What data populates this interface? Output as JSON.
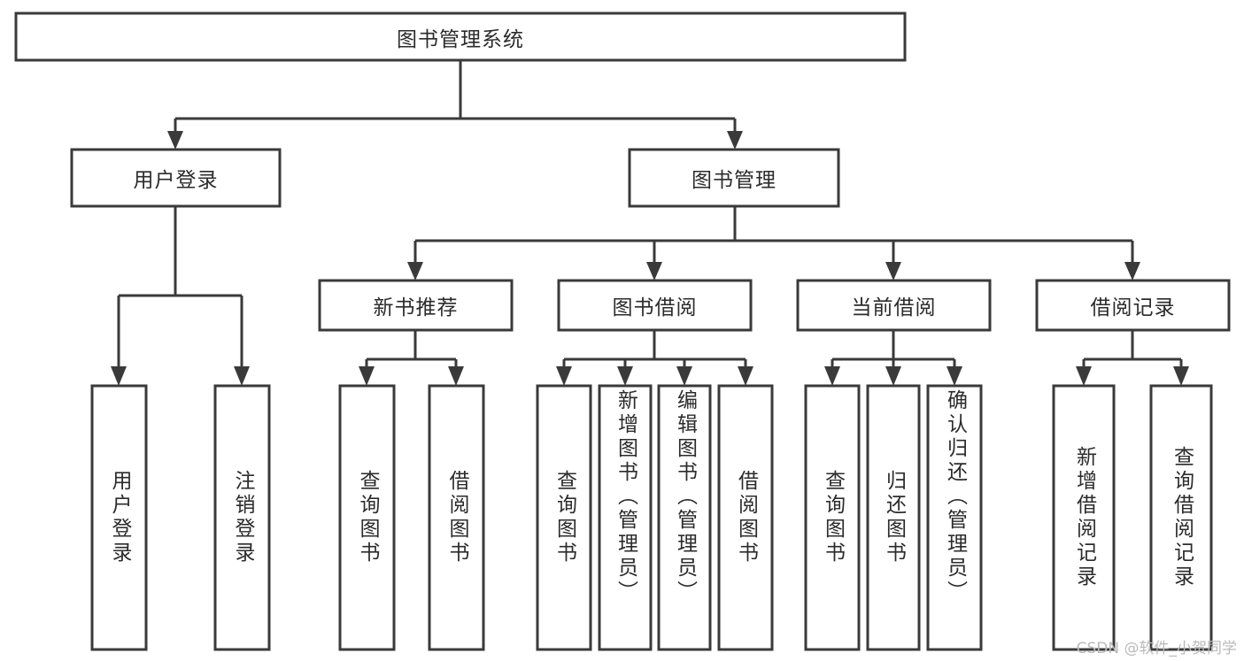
{
  "diagram": {
    "type": "tree-hierarchy-flowchart",
    "title_text": "图书管理系统",
    "background_color": "#ffffff",
    "stroke_color": "#3a3a3a",
    "text_color": "#2b2b2b",
    "root": {
      "id": "root",
      "label": "图书管理系统",
      "orientation": "horizontal"
    },
    "level2": [
      {
        "id": "user-login",
        "label": "用户登录",
        "orientation": "horizontal"
      },
      {
        "id": "book-manage",
        "label": "图书管理",
        "orientation": "horizontal"
      }
    ],
    "level3": [
      {
        "id": "new-book-recommend",
        "label": "新书推荐",
        "orientation": "horizontal"
      },
      {
        "id": "book-borrow",
        "label": "图书借阅",
        "orientation": "horizontal"
      },
      {
        "id": "current-borrow",
        "label": "当前借阅",
        "orientation": "horizontal"
      },
      {
        "id": "borrow-record",
        "label": "借阅记录",
        "orientation": "horizontal"
      }
    ],
    "leaves": [
      {
        "id": "leaf-user-login",
        "label": "用户登录",
        "parent": "user-login",
        "orientation": "vertical"
      },
      {
        "id": "leaf-logout-login",
        "label": "注销登录",
        "parent": "user-login",
        "orientation": "vertical"
      },
      {
        "id": "leaf-query-book-1",
        "label": "查询图书",
        "parent": "new-book-recommend",
        "orientation": "vertical"
      },
      {
        "id": "leaf-borrow-book-1",
        "label": "借阅图书",
        "parent": "new-book-recommend",
        "orientation": "vertical"
      },
      {
        "id": "leaf-query-book-2",
        "label": "查询图书",
        "parent": "book-borrow",
        "orientation": "vertical"
      },
      {
        "id": "leaf-add-book",
        "label": "新增图书（管理员）",
        "parent": "book-borrow",
        "orientation": "vertical"
      },
      {
        "id": "leaf-edit-book",
        "label": "编辑图书（管理员）",
        "parent": "book-borrow",
        "orientation": "vertical"
      },
      {
        "id": "leaf-borrow-book-2",
        "label": "借阅图书",
        "parent": "book-borrow",
        "orientation": "vertical"
      },
      {
        "id": "leaf-query-book-3",
        "label": "查询图书",
        "parent": "current-borrow",
        "orientation": "vertical"
      },
      {
        "id": "leaf-return-book",
        "label": "归还图书",
        "parent": "current-borrow",
        "orientation": "vertical"
      },
      {
        "id": "leaf-confirm-return",
        "label": "确认归还（管理员）",
        "parent": "current-borrow",
        "orientation": "vertical"
      },
      {
        "id": "leaf-add-record",
        "label": "新增借阅记录",
        "parent": "borrow-record",
        "orientation": "vertical"
      },
      {
        "id": "leaf-query-record",
        "label": "查询借阅记录",
        "parent": "borrow-record",
        "orientation": "vertical"
      }
    ],
    "watermark": "CSDN @软件_小贺同学"
  }
}
